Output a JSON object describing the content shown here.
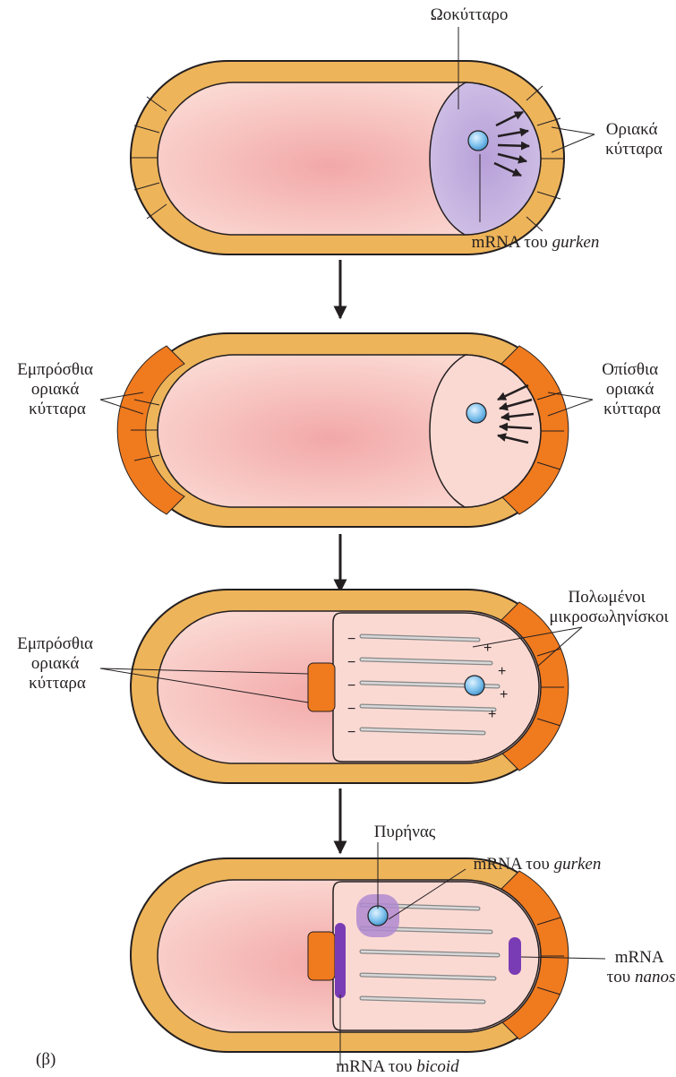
{
  "figure_label": "(β)",
  "colors": {
    "follicle": "#eeb45a",
    "follicle_active": "#f07a1e",
    "cytoplasm": "#f6c4c2",
    "oocyte": "#c4b0dc",
    "nucleus": "#5aa8dc",
    "mrna": "#7a3cb4",
    "microtubule": "#bbbbbb"
  },
  "stages": [
    {
      "oocyte_label": "Ωοκύτταρο",
      "follicle_label_lines": [
        "Οριακά",
        "κύτταρα"
      ],
      "gurken_prefix": "mRNA του ",
      "gurken_gene": "gurken"
    },
    {
      "anterior_label_lines": [
        "Εμπρόσθια",
        "οριακά",
        "κύτταρα"
      ],
      "posterior_label_lines": [
        "Οπίσθια",
        "οριακά",
        "κύτταρα"
      ]
    },
    {
      "anterior_label_lines": [
        "Εμπρόσθια",
        "οριακά",
        "κύτταρα"
      ],
      "microtubules_label_lines": [
        "Πολωμένοι",
        "μικροσωληνίσκοι"
      ],
      "minus_sign": "−",
      "plus_sign": "+"
    },
    {
      "nucleus_label": "Πυρήνας",
      "gurken_prefix": "mRNA του ",
      "gurken_gene": "gurken",
      "nanos_line1": "mRNA",
      "nanos_prefix": "του ",
      "nanos_gene": "nanos",
      "bicoid_prefix": "mRNA του ",
      "bicoid_gene": "bicoid"
    }
  ]
}
